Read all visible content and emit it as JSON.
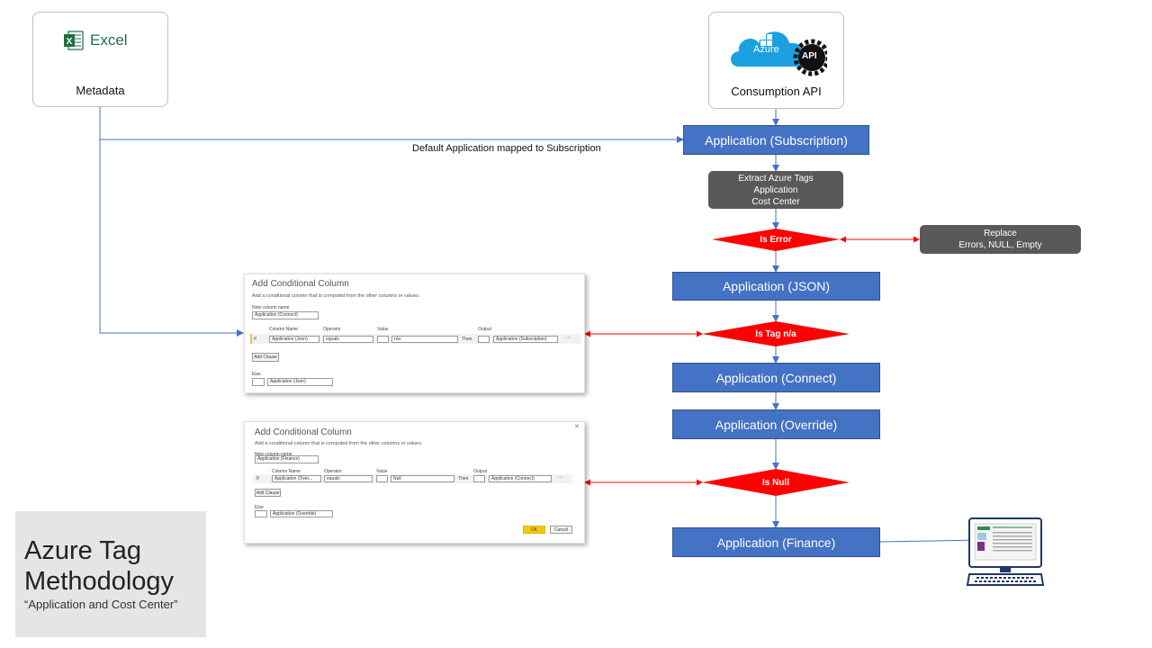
{
  "excel": {
    "logo_text": "Excel",
    "caption": "Metadata"
  },
  "azure": {
    "logo_text": "Azure",
    "api_text": "API",
    "caption": "Consumption API"
  },
  "edge_label": "Default Application mapped to Subscription",
  "nodes": {
    "subscription": "Application (Subscription)",
    "extract": [
      "Extract Azure Tags",
      "Application",
      "Cost Center"
    ],
    "is_error": "Is Error",
    "replace": [
      "Replace",
      "Errors, NULL, Empty"
    ],
    "json": "Application (JSON)",
    "is_tag_na": "Is Tag n/a",
    "connect": "Application (Connect)",
    "override": "Application (Override)",
    "is_null": "Is Null",
    "finance": "Application (Finance)"
  },
  "dialog1": {
    "title": "Add Conditional Column",
    "desc": "Add a conditional column that is computed from the other columns or values.",
    "new_col_label": "New column name",
    "new_col_value": "Application (Connect)",
    "col_name_label": "Column Name",
    "operator_label": "Operator",
    "value_label": "Value",
    "output_label": "Output",
    "if": "If",
    "column_value": "Application (Json)",
    "operator_value": "equals",
    "value_value": "n/a",
    "then": "Then",
    "output_value": "Application (Subscription)",
    "add_clause": "Add Clause",
    "else_label": "Else",
    "else_value": "Application (Json)"
  },
  "dialog2": {
    "title": "Add Conditional Column",
    "desc": "Add a conditional column that is computed from the other columns or values.",
    "new_col_label": "New column name",
    "new_col_value": "Application (Finance)",
    "col_name_label": "Column Name",
    "operator_label": "Operator",
    "value_label": "Value",
    "output_label": "Output",
    "if": "If",
    "column_value": "Application (Over...",
    "operator_value": "equals",
    "value_value": "Null",
    "then": "Then",
    "output_value": "Application (Connect)",
    "add_clause": "Add Clause",
    "else_label": "Else",
    "else_value": "Application (Override)",
    "ok": "OK",
    "cancel": "Cancel"
  },
  "title_panel": {
    "line1": "Azure Tag",
    "line2": "Methodology",
    "subtitle": "“Application and Cost Center”"
  },
  "colors": {
    "blue": "#4472c4",
    "red": "#ff0000",
    "gray": "#595959",
    "line": "#4472c4",
    "excel_green": "#1d7044"
  }
}
